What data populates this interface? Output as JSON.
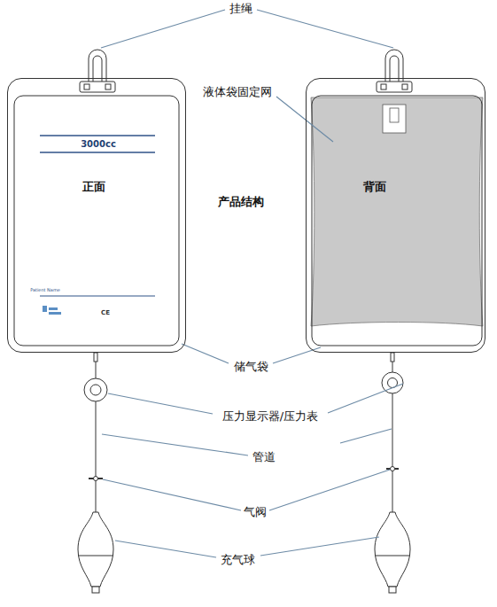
{
  "diagram": {
    "title": "产品结构",
    "nodes": [
      {
        "text": [
          "3000cc",
          "正面",
          "Patient Name",
          "CE"
        ]
      },
      {
        "text": [
          "背面"
        ]
      }
    ],
    "labels": [
      "挂绳",
      "液体袋固定网",
      "储气袋",
      "压力显示器/压力表",
      "管道",
      "气阀",
      "充气球"
    ]
  }
}
